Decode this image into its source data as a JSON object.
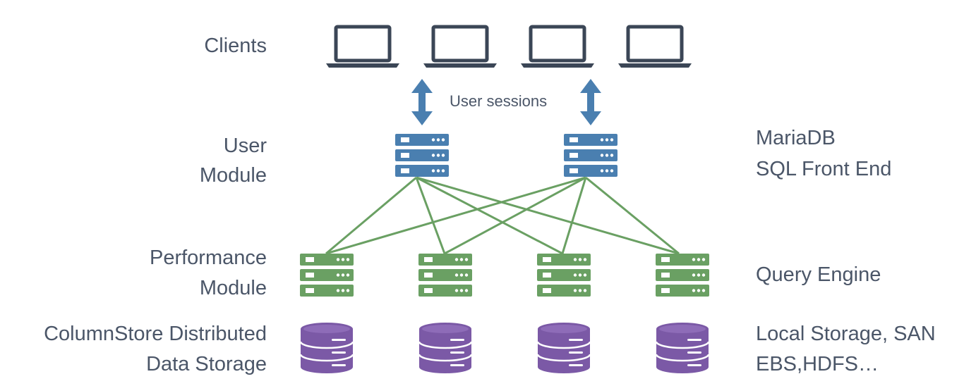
{
  "labels": {
    "clients": "Clients",
    "user_sessions": "User sessions",
    "user_module": [
      "User",
      "Module"
    ],
    "performance_module": [
      "Performance",
      "Module"
    ],
    "storage": [
      "ColumnStore Distributed",
      "Data Storage"
    ],
    "mariadb": [
      "MariaDB",
      "SQL Front End"
    ],
    "query_engine": "Query Engine",
    "local_storage": [
      "Local Storage, SAN",
      "EBS,HDFS…"
    ]
  },
  "icons": {
    "laptop": "laptop-icon",
    "server": "server-icon",
    "database": "database-icon",
    "arrow": "double-arrow-icon"
  },
  "colors": {
    "text": "#4b5668",
    "laptop": "#3b4656",
    "um_server": "#4a7fb0",
    "pm_server": "#6aa063",
    "link": "#6aa063",
    "database": "#7b59a6",
    "arrow": "#4a7fb0"
  }
}
